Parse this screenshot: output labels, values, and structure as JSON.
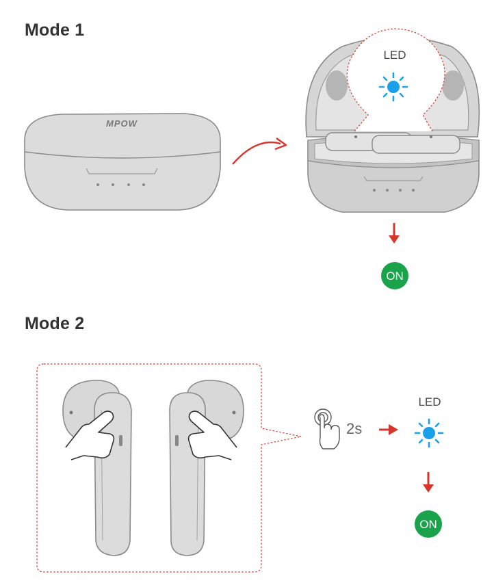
{
  "mode1": {
    "title": "Mode 1",
    "case_brand": "MPOW",
    "led_label": "LED",
    "status": "ON"
  },
  "mode2": {
    "title": "Mode 2",
    "press_duration": "2s",
    "led_label": "LED",
    "status": "ON"
  },
  "colors": {
    "led_blue": "#1aa0e8",
    "arrow_red": "#d9362b",
    "on_green": "#1aa34a",
    "callout_outline": "#d9362b",
    "case_gray": "#d9d9d9"
  },
  "icons": [
    "led-blink-icon",
    "tap-hand-icon",
    "red-arrow-icon",
    "curved-arrow-icon"
  ]
}
